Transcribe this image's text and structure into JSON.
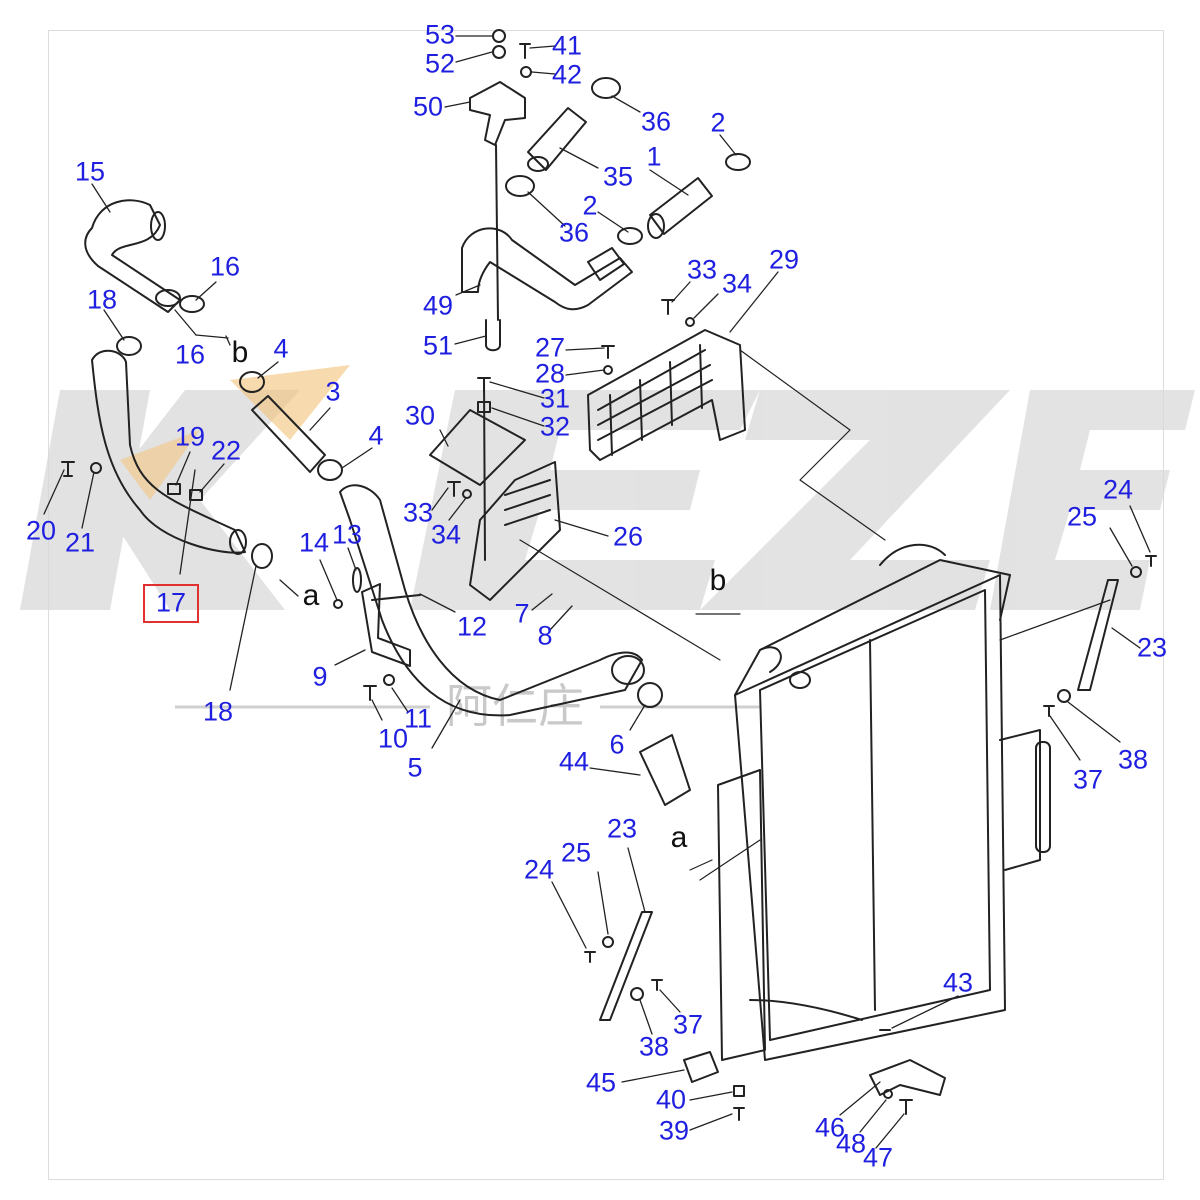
{
  "colors": {
    "callout": "#1f1fe0",
    "linework": "#222222",
    "highlight": "#e03030",
    "watermark": "#d0d0d0",
    "watermark_accent": "#f4c27a"
  },
  "watermark": {
    "chinese": "阿仁庄"
  },
  "highlighted_part": "17",
  "callouts": [
    {
      "id": "c53",
      "text": "53"
    },
    {
      "id": "c41",
      "text": "41"
    },
    {
      "id": "c52",
      "text": "52"
    },
    {
      "id": "c42",
      "text": "42"
    },
    {
      "id": "c50",
      "text": "50"
    },
    {
      "id": "c36a",
      "text": "36"
    },
    {
      "id": "c2a",
      "text": "2"
    },
    {
      "id": "c15",
      "text": "15"
    },
    {
      "id": "c1",
      "text": "1"
    },
    {
      "id": "c35",
      "text": "35"
    },
    {
      "id": "c2b",
      "text": "2"
    },
    {
      "id": "c36b",
      "text": "36"
    },
    {
      "id": "c16a",
      "text": "16"
    },
    {
      "id": "c33a",
      "text": "33"
    },
    {
      "id": "c29",
      "text": "29"
    },
    {
      "id": "c18a",
      "text": "18"
    },
    {
      "id": "c34a",
      "text": "34"
    },
    {
      "id": "c49",
      "text": "49"
    },
    {
      "id": "c16b",
      "text": "16"
    },
    {
      "id": "c51",
      "text": "51"
    },
    {
      "id": "c4a",
      "text": "4"
    },
    {
      "id": "c27",
      "text": "27"
    },
    {
      "id": "c28",
      "text": "28"
    },
    {
      "id": "c3",
      "text": "3"
    },
    {
      "id": "c31",
      "text": "31"
    },
    {
      "id": "c30",
      "text": "30"
    },
    {
      "id": "c32",
      "text": "32"
    },
    {
      "id": "c19",
      "text": "19"
    },
    {
      "id": "c4b",
      "text": "4"
    },
    {
      "id": "c22",
      "text": "22"
    },
    {
      "id": "c24a",
      "text": "24"
    },
    {
      "id": "c20",
      "text": "20"
    },
    {
      "id": "c21",
      "text": "21"
    },
    {
      "id": "c33b",
      "text": "33"
    },
    {
      "id": "c25a",
      "text": "25"
    },
    {
      "id": "c34b",
      "text": "34"
    },
    {
      "id": "c26",
      "text": "26"
    },
    {
      "id": "c14",
      "text": "14"
    },
    {
      "id": "c13",
      "text": "13"
    },
    {
      "id": "c17",
      "text": "17"
    },
    {
      "id": "c7",
      "text": "7"
    },
    {
      "id": "c12",
      "text": "12"
    },
    {
      "id": "c8",
      "text": "8"
    },
    {
      "id": "c23a",
      "text": "23"
    },
    {
      "id": "c9",
      "text": "9"
    },
    {
      "id": "c18b",
      "text": "18"
    },
    {
      "id": "c11",
      "text": "11"
    },
    {
      "id": "c10",
      "text": "10"
    },
    {
      "id": "c6",
      "text": "6"
    },
    {
      "id": "c5",
      "text": "5"
    },
    {
      "id": "c37a",
      "text": "37"
    },
    {
      "id": "c38a",
      "text": "38"
    },
    {
      "id": "c44",
      "text": "44"
    },
    {
      "id": "c23b",
      "text": "23"
    },
    {
      "id": "c25b",
      "text": "25"
    },
    {
      "id": "c24b",
      "text": "24"
    },
    {
      "id": "c43",
      "text": "43"
    },
    {
      "id": "c37b",
      "text": "37"
    },
    {
      "id": "c38b",
      "text": "38"
    },
    {
      "id": "c45",
      "text": "45"
    },
    {
      "id": "c40",
      "text": "40"
    },
    {
      "id": "c39",
      "text": "39"
    },
    {
      "id": "c46",
      "text": "46"
    },
    {
      "id": "c48",
      "text": "48"
    },
    {
      "id": "c47",
      "text": "47"
    }
  ],
  "letters": [
    {
      "id": "lb1",
      "text": "b"
    },
    {
      "id": "la1",
      "text": "a"
    },
    {
      "id": "lb2",
      "text": "b"
    },
    {
      "id": "la2",
      "text": "a"
    }
  ]
}
